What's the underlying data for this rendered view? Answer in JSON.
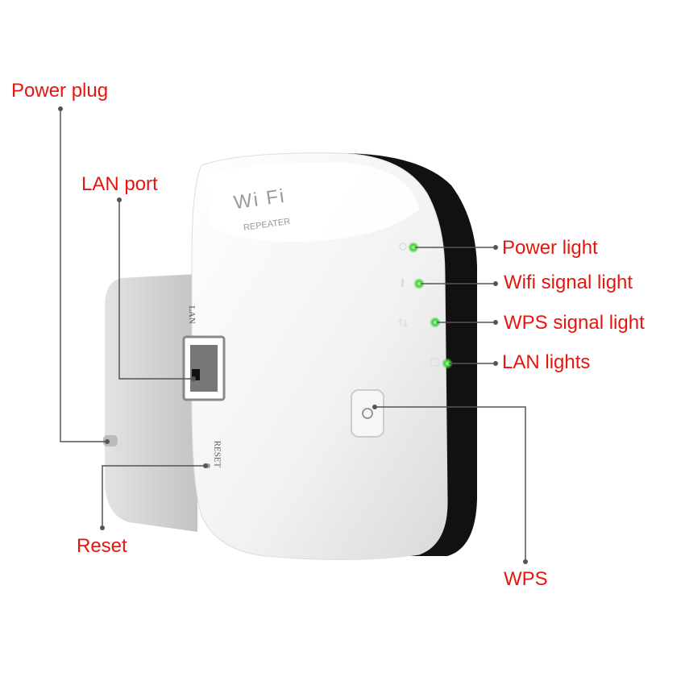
{
  "device": {
    "logo_text": "Wi Fi",
    "logo_subtext": "REPEATER",
    "port_label": "LAN",
    "reset_label": "RESET"
  },
  "callouts": {
    "power_plug": "Power plug",
    "lan_port": "LAN port",
    "reset": "Reset",
    "wps": "WPS",
    "power_light": "Power light",
    "wifi_signal_light": "Wifi signal light",
    "wps_signal_light": "WPS signal light",
    "lan_lights": "LAN lights"
  },
  "colors": {
    "label": "#e8150f",
    "led": "#3bd13b",
    "leader": "#555555"
  }
}
